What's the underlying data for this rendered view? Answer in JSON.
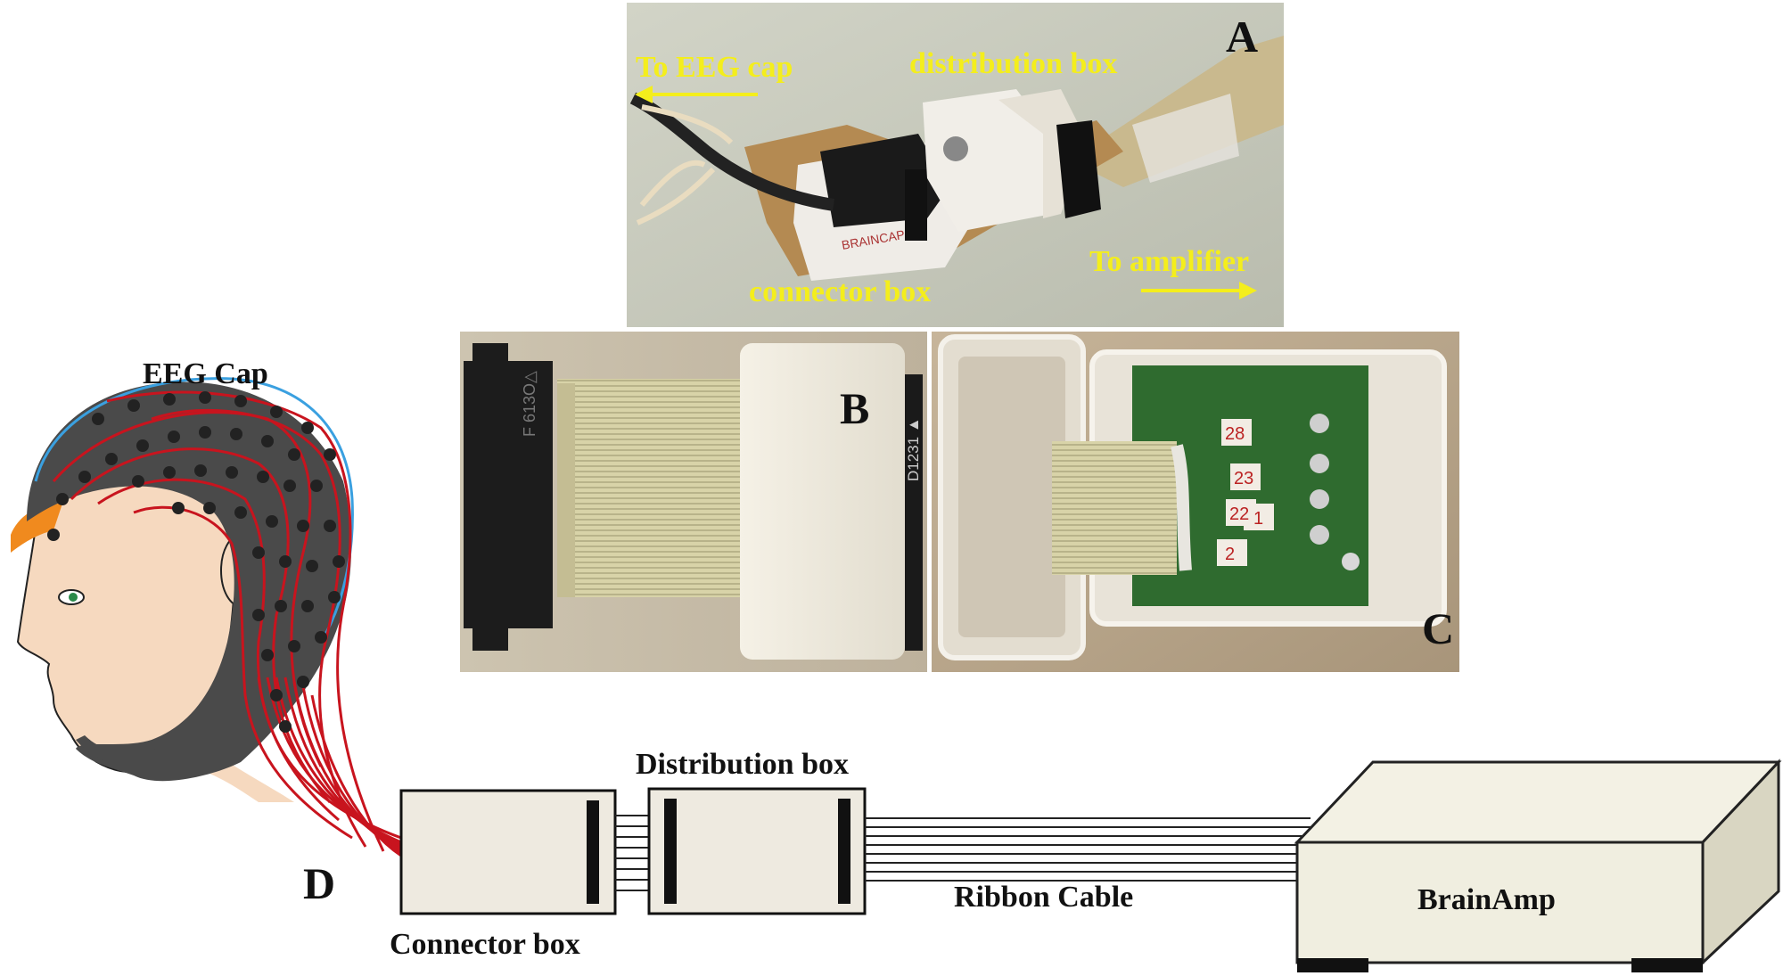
{
  "panels": {
    "a": {
      "letter": "A",
      "to_cap": "To EEG cap",
      "distribution": "distribution box",
      "connector": "connector box",
      "to_amp": "To amplifier"
    },
    "b": {
      "letter": "B",
      "connector_print": "F 613O△",
      "box_print": "D1231 ▲"
    },
    "c": {
      "letter": "C",
      "wire_labels": [
        "1",
        "2",
        "22",
        "23",
        "28"
      ]
    },
    "d": {
      "letter": "D",
      "cap_label": "EEG Cap",
      "connector_box": "Connector box",
      "distribution_box": "Distribution box",
      "ribbon_cable": "Ribbon Cable",
      "amplifier": "BrainAmp"
    }
  },
  "colors": {
    "yellow_text": "#f4ee1c",
    "cap": "#4a4a4a",
    "electrode": "#222222",
    "wire_red": "#c8141e",
    "wire_blue": "#3aa0e0",
    "skin": "#f6d9bf",
    "hair": "#f08a1e",
    "box_fill": "#eeeae0",
    "amp_fill": "#f0eee0"
  }
}
